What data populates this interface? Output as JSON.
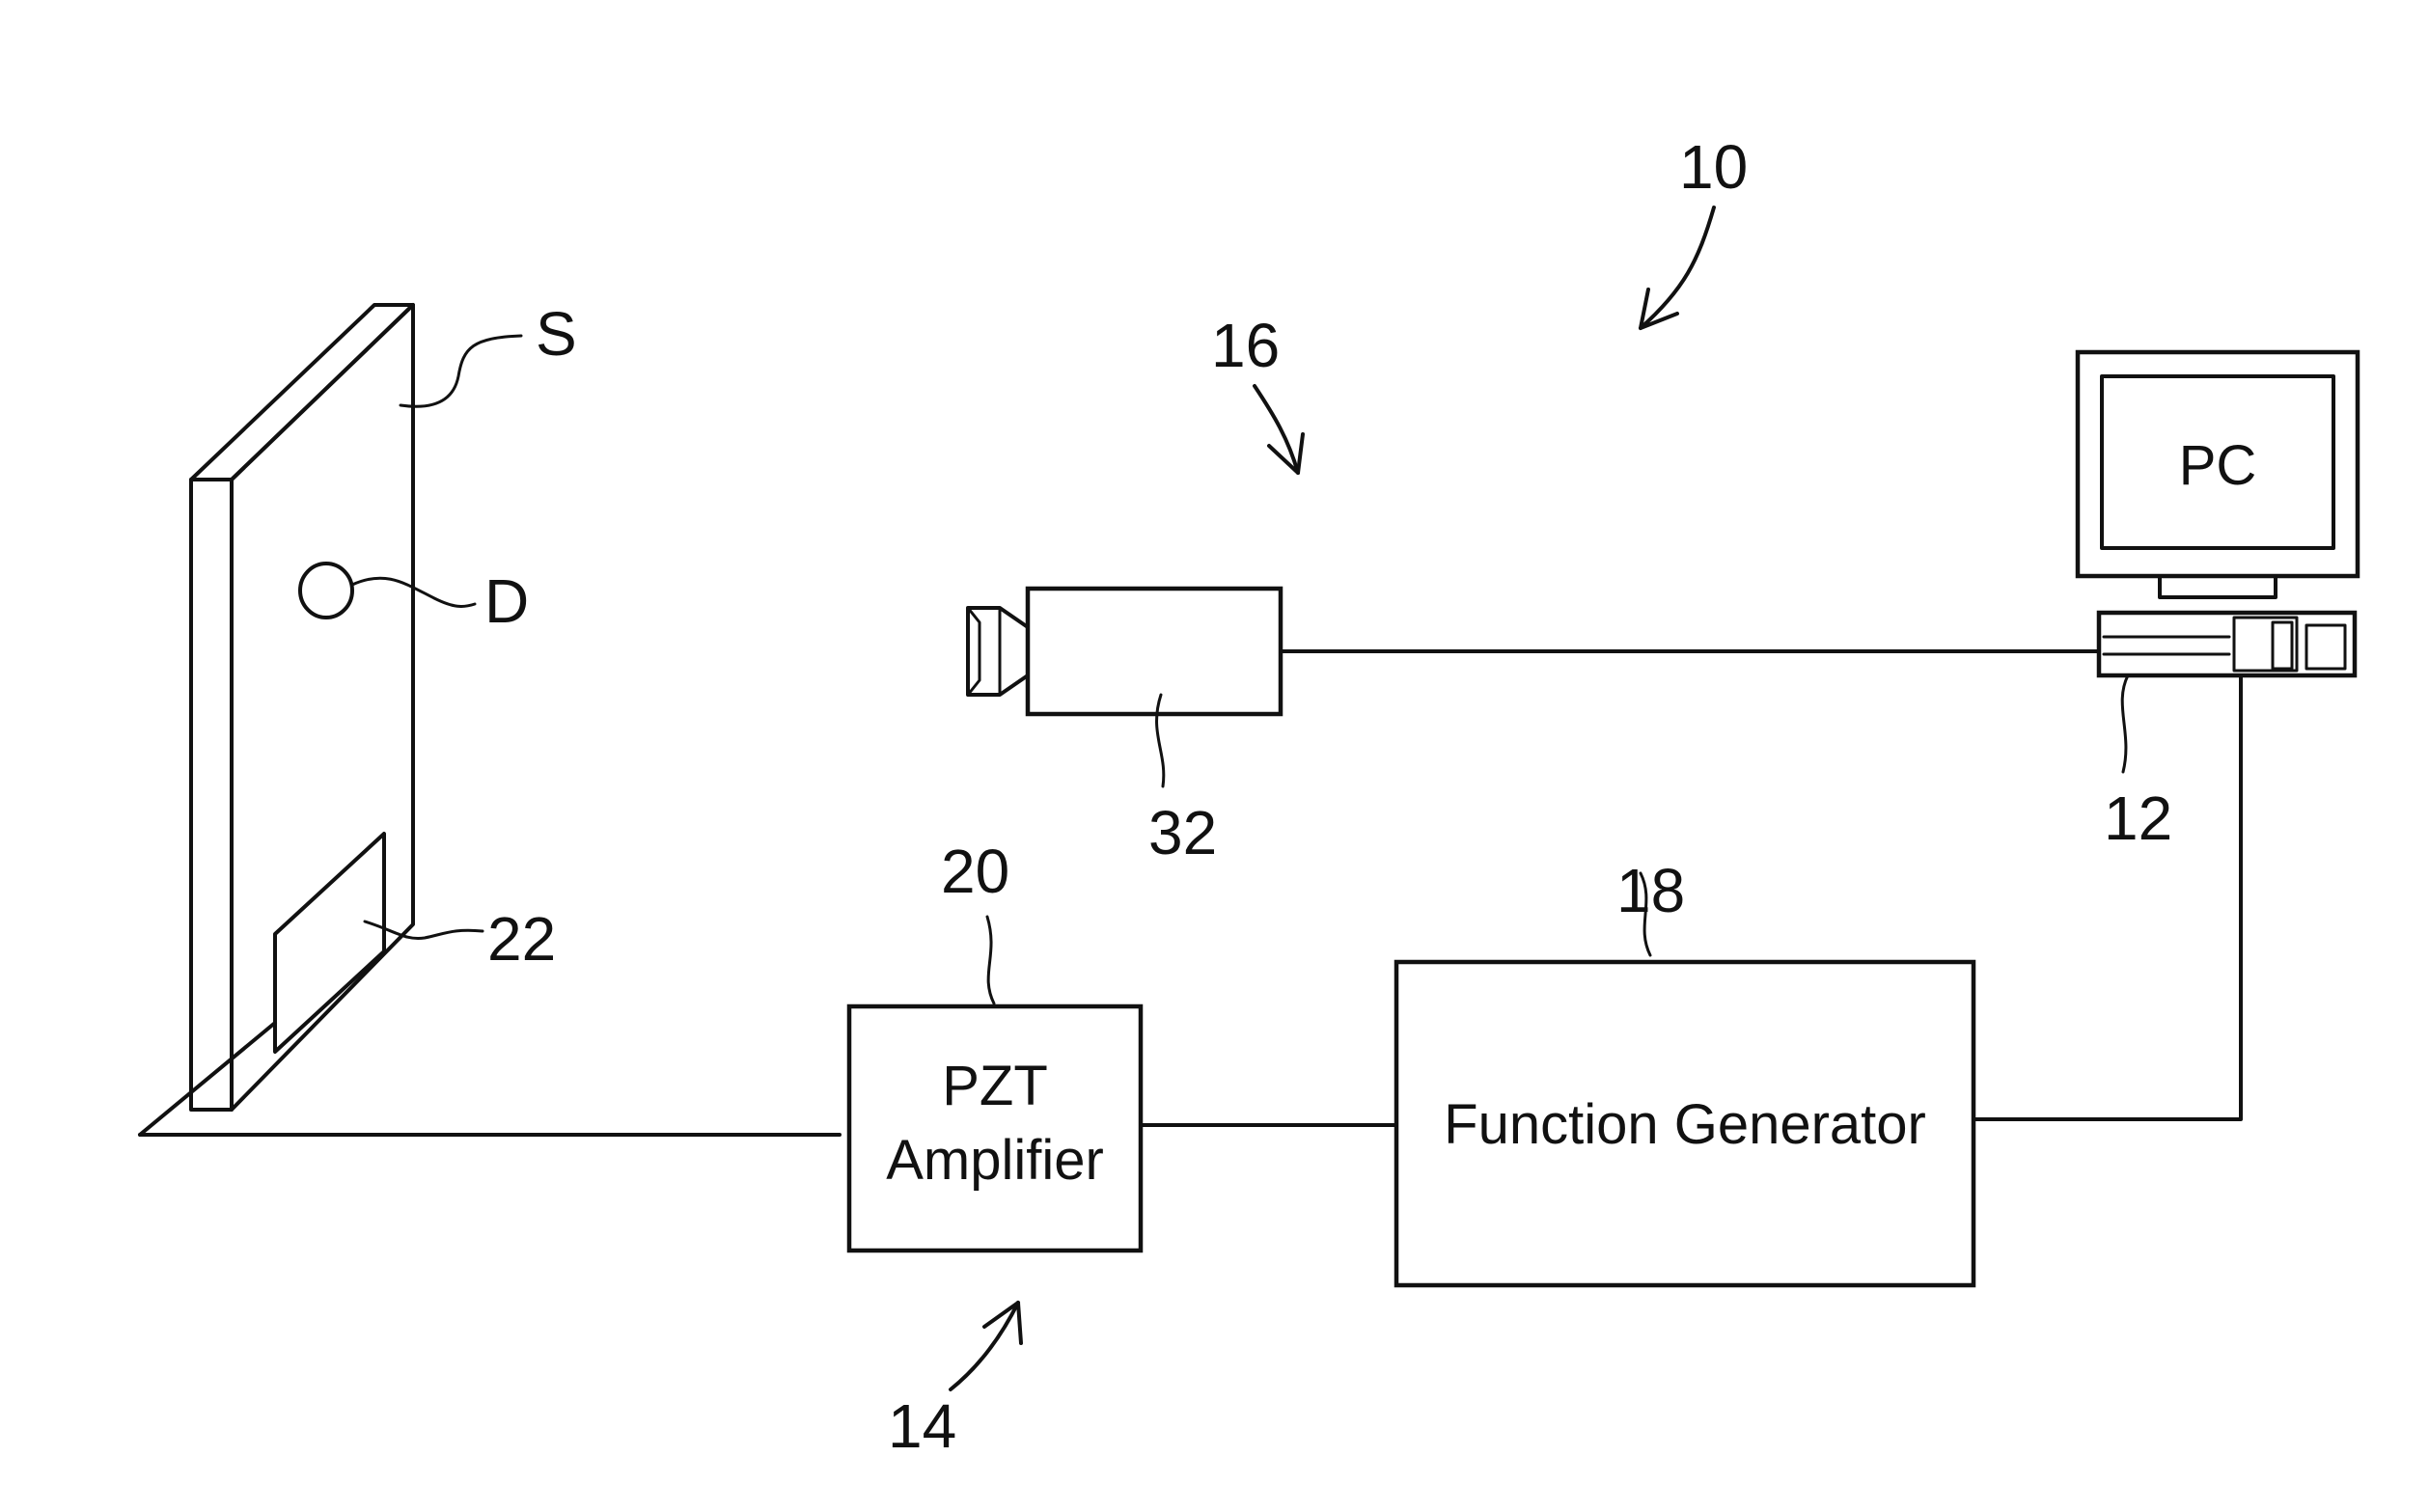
{
  "refs": {
    "system": "10",
    "pc_unit": "12",
    "excitation": "14",
    "camera_system": "16",
    "function_generator": "18",
    "amplifier": "20",
    "transducer": "22",
    "camera": "32",
    "specimen": "S",
    "defect": "D"
  },
  "boxes": {
    "pc_screen": "PC",
    "amplifier_line1": "PZT",
    "amplifier_line2": "Amplifier",
    "function_generator": "Function Generator"
  },
  "colors": {
    "ink": "#111111",
    "paper": "#ffffff"
  }
}
